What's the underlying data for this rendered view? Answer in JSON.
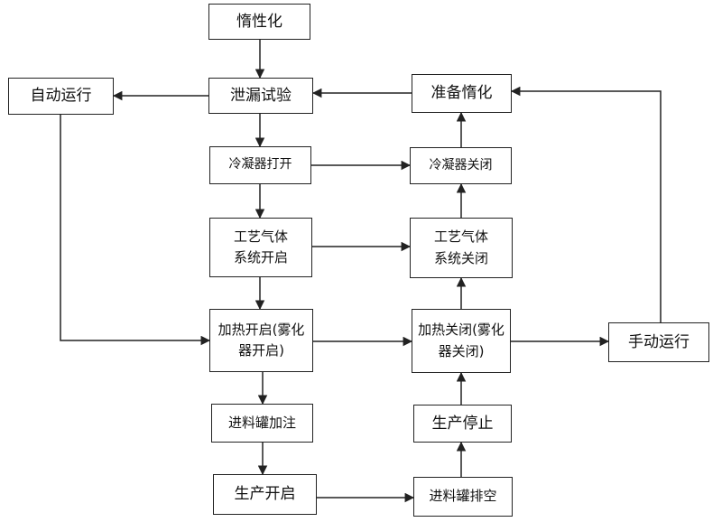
{
  "nodes": {
    "inerting": "惰性化",
    "leak_test": "泄漏试验",
    "auto_run": "自动运行",
    "prepare_inerting": "准备惰化",
    "condenser_open": "冷凝器打开",
    "condenser_close": "冷凝器关闭",
    "gas_open": "工艺气体系统开启",
    "gas_close": "工艺气体系统关闭",
    "heat_on": "加热开启(雾化器开启)",
    "heat_off": "加热关闭(雾化器关闭)",
    "manual_run": "手动运行",
    "feed_fill": "进料罐加注",
    "production_stop": "生产停止",
    "production_start": "生产开启",
    "feed_drain": "进料罐排空"
  },
  "colors": {
    "line": "#222222",
    "box_border": "#222222",
    "box_fill": "#ffffff",
    "text": "#111111"
  }
}
